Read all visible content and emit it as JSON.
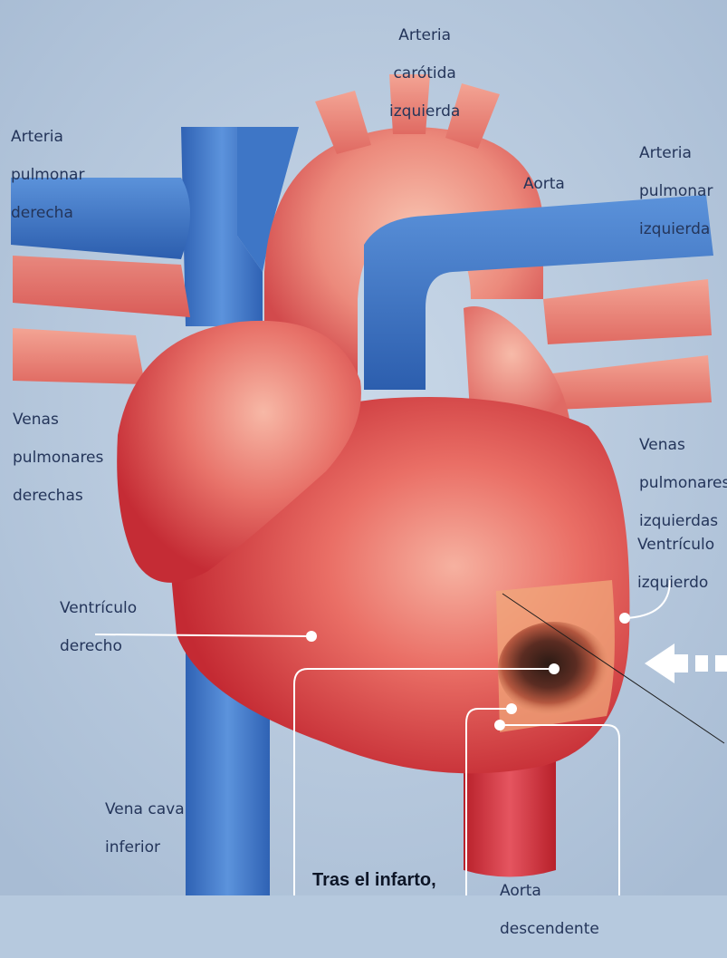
{
  "labels": {
    "arteria_carotida_izquierda": [
      "Arteria",
      "carótida",
      "izquierda"
    ],
    "arteria_pulmonar_derecha": [
      "Arteria",
      "pulmonar",
      "derecha"
    ],
    "aorta": [
      "Aorta"
    ],
    "arteria_pulmonar_izquierda": [
      "Arteria",
      "pulmonar",
      "izquierda"
    ],
    "venas_pulmonares_derechas": [
      "Venas",
      "pulmonares",
      "derechas"
    ],
    "venas_pulmonares_izquierdas": [
      "Venas",
      "pulmonares",
      "izquierdas"
    ],
    "ventriculo_izquierdo": [
      "Ventrículo",
      "izquierdo"
    ],
    "ventriculo_derecho": [
      "Ventrículo",
      "derecho"
    ],
    "vena_cava_inferior": [
      "Vena cava",
      "inferior"
    ],
    "aorta_descendente": [
      "Aorta",
      "descendente"
    ]
  },
  "caption": "Tras el infarto,",
  "colors": {
    "background": "#b6c9de",
    "vein_blue": "#3d78c8",
    "artery_red": "#d8343a",
    "text": "#24355a"
  }
}
